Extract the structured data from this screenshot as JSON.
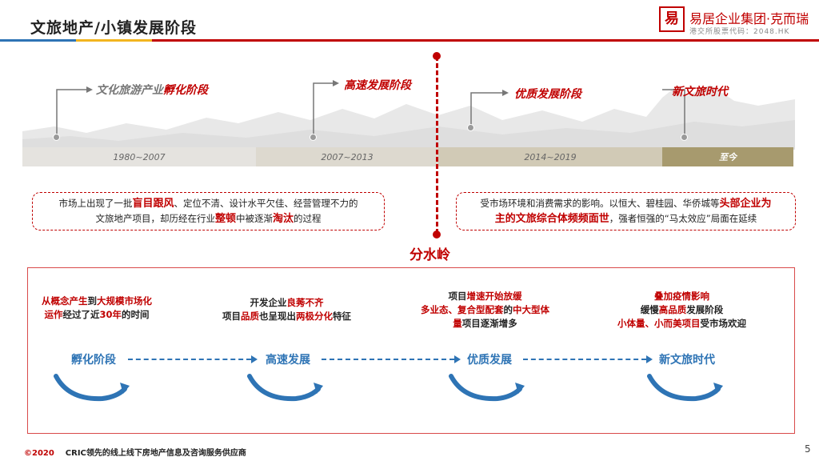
{
  "header": {
    "title": "文旅地产/小镇发展阶段",
    "logo_mark": "易",
    "logo_name": "易居企业集团·克而瑞",
    "logo_sub": "港交所股票代码：2048.HK"
  },
  "timeline": {
    "periods": [
      "1980~2007",
      "2007~2013",
      "2014~2019",
      "至今"
    ],
    "stage1": {
      "prefix": "文化旅游产业",
      "highlight": "孵化阶段"
    },
    "stage2": "高速发展阶段",
    "stage3": "优质发展阶段",
    "stage4": "新文旅时代",
    "divider": "分水岭",
    "colors": {
      "accent": "#c00000",
      "blue": "#2e74b5",
      "bar_final": "#a79a6e"
    }
  },
  "notes": {
    "left": {
      "p1": "市场上出现了一批",
      "h1": "盲目跟风",
      "p2": "、定位不清、设计水平欠佳、经营管理不力的",
      "p3": "文旅地产项目，却历经在行业",
      "h2": "整顿",
      "p4": "中被逐渐",
      "h3": "淘汰",
      "p5": "的过程"
    },
    "right": {
      "p1": "受市场环境和消费需求的影响。以恒大、碧桂园、华侨城等",
      "h1": "头部企业为",
      "h2": "主的文旅综合体频频面世",
      "p2": "，强者恒强的“马太效应”局面在延续"
    }
  },
  "phases": [
    {
      "name": "孵化阶段",
      "l1a": "从",
      "l1b": "概念产生",
      "l1c": "到",
      "l1d": "大规模市场化",
      "l2a": "运作",
      "l2b": "经过了近",
      "l2c": "30年",
      "l2d": "的时间"
    },
    {
      "name": "高速发展",
      "l1a": "开发企业",
      "l1b": "良莠不齐",
      "l2a": "项目",
      "l2b": "品质",
      "l2c": "也呈现出",
      "l2d": "两极分化",
      "l2e": "特征"
    },
    {
      "name": "优质发展",
      "l1a": "项目",
      "l1b": "增速开始放缓",
      "l2a": "多业态、复合型配套",
      "l2b": "的",
      "l2c": "中大型体",
      "l3a": "量",
      "l3b": "项目逐渐增多"
    },
    {
      "name": "新文旅时代",
      "l1a": "叠加疫情影响",
      "l2a": "缓慢",
      "l2b": "高品质",
      "l2c": "发展阶段",
      "l3a": "小体量、小而美项目",
      "l3b": "受市场欢迎"
    }
  ],
  "footer": {
    "year": "©2020",
    "company": "CRIC领先的线上线下房地产信息及咨询服务供应商",
    "page": "5"
  }
}
